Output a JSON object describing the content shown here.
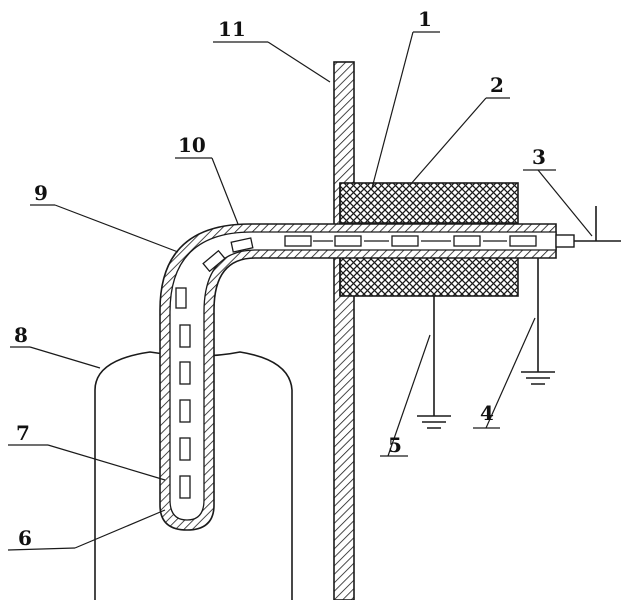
{
  "labels": [
    "1",
    "2",
    "3",
    "4",
    "5",
    "6",
    "7",
    "8",
    "9",
    "10",
    "11"
  ],
  "colors": {
    "ink": "#1a1a1a",
    "background": "#ffffff"
  }
}
